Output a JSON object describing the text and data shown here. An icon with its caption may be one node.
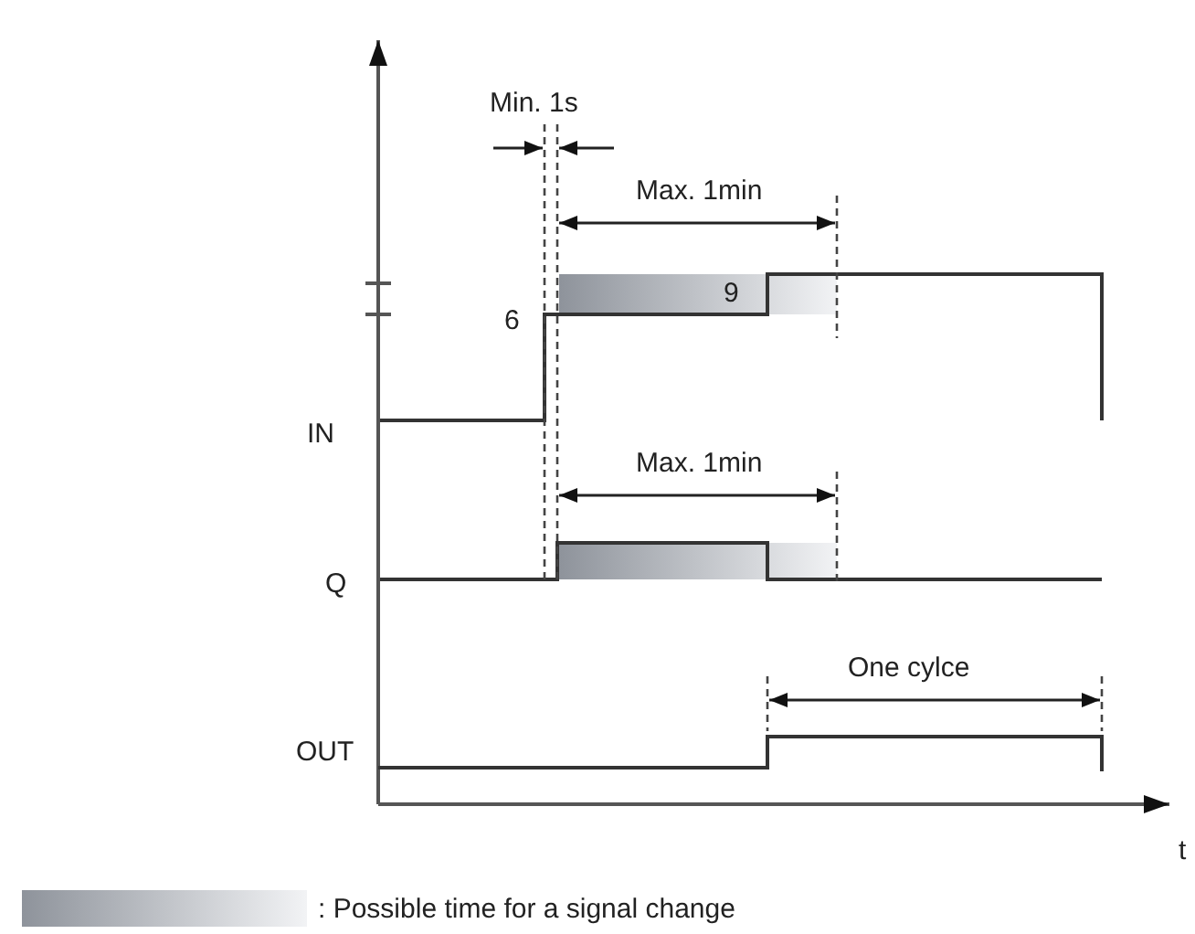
{
  "diagram": {
    "labels": [
      "Min. 1s",
      "Max. 1min",
      "9",
      "6",
      "IN",
      "Max. 1min",
      "Q",
      "One cylce",
      "OUT",
      "t"
    ],
    "legend": [
      {
        "text": ": Possible time for a signal change"
      }
    ]
  }
}
